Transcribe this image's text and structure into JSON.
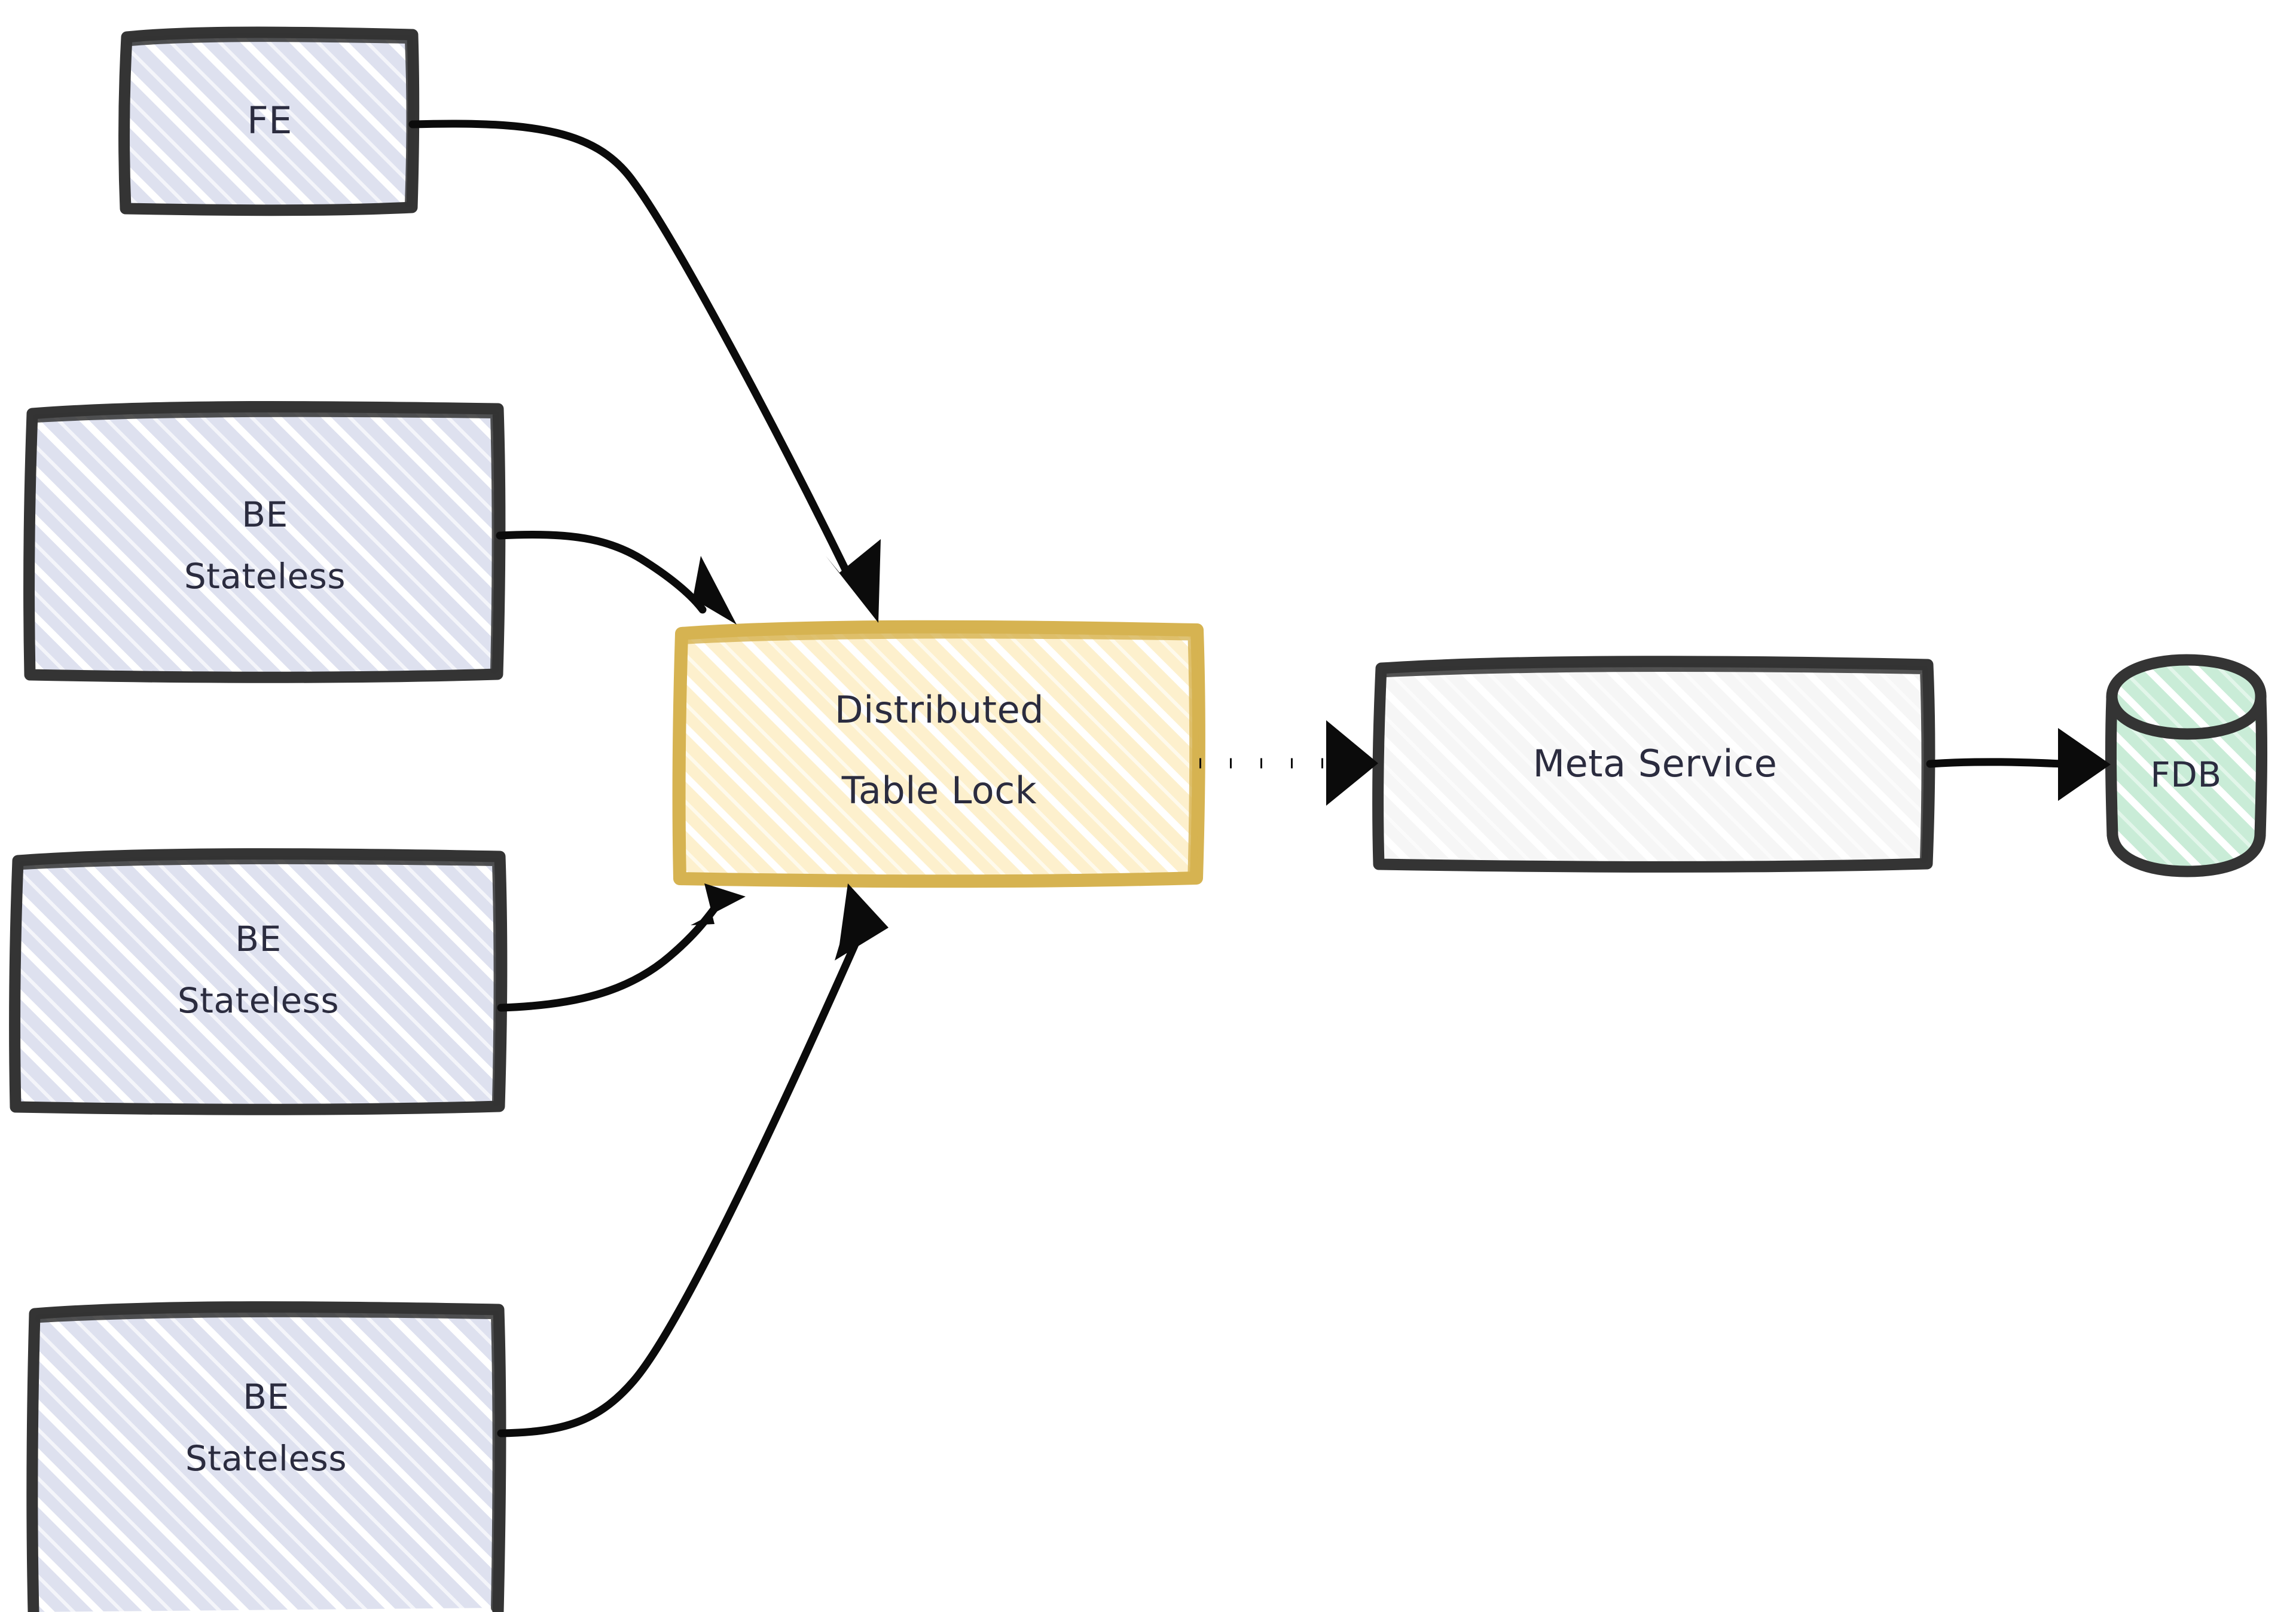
{
  "diagram": {
    "type": "flowchart",
    "style": "hand-drawn-sketch",
    "background_color": "#ffffff",
    "nodes": [
      {
        "id": "fe",
        "label_lines": [
          "FE"
        ],
        "shape": "rectangle",
        "fill_color": "#dee1ef",
        "stroke_color": "#343434",
        "text_color": "#2b2c3f",
        "hatch": true
      },
      {
        "id": "be1",
        "label_lines": [
          "BE",
          "Stateless"
        ],
        "shape": "rectangle",
        "fill_color": "#dee1ef",
        "stroke_color": "#343434",
        "text_color": "#2b2c3f",
        "hatch": true
      },
      {
        "id": "be2",
        "label_lines": [
          "BE",
          "Stateless"
        ],
        "shape": "rectangle",
        "fill_color": "#dee1ef",
        "stroke_color": "#343434",
        "text_color": "#2b2c3f",
        "hatch": true
      },
      {
        "id": "be3",
        "label_lines": [
          "BE",
          "Stateless"
        ],
        "shape": "rectangle",
        "fill_color": "#dee1ef",
        "stroke_color": "#343434",
        "text_color": "#2b2c3f",
        "hatch": true
      },
      {
        "id": "lock",
        "label_lines": [
          "Distributed",
          "Table Lock"
        ],
        "shape": "rectangle",
        "fill_color": "#fdf0cd",
        "stroke_color": "#d6b351",
        "text_color": "#2b2c3f",
        "hatch": true
      },
      {
        "id": "meta",
        "label_lines": [
          "Meta Service"
        ],
        "shape": "rectangle",
        "fill_color": "#f8f8f8",
        "stroke_color": "#343434",
        "text_color": "#2b2c3f",
        "hatch": true
      },
      {
        "id": "fdb",
        "label_lines": [
          "FDB"
        ],
        "shape": "cylinder",
        "fill_color": "#c9ecd7",
        "stroke_color": "#343434",
        "text_color": "#2b2c3f",
        "hatch": true
      }
    ],
    "edges": [
      {
        "id": "fe-lock",
        "from": "fe",
        "to": "lock",
        "line_style": "solid",
        "arrow": "triangle",
        "color": "#0b0b0b"
      },
      {
        "id": "be1-lock",
        "from": "be1",
        "to": "lock",
        "line_style": "solid",
        "arrow": "triangle",
        "color": "#0b0b0b"
      },
      {
        "id": "be2-lock",
        "from": "be2",
        "to": "lock",
        "line_style": "solid",
        "arrow": "triangle",
        "color": "#0b0b0b"
      },
      {
        "id": "be3-lock",
        "from": "be3",
        "to": "lock",
        "line_style": "solid",
        "arrow": "triangle",
        "color": "#0b0b0b"
      },
      {
        "id": "lock-meta",
        "from": "lock",
        "to": "meta",
        "line_style": "dotted",
        "arrow": "triangle",
        "color": "#0b0b0b"
      },
      {
        "id": "meta-fdb",
        "from": "meta",
        "to": "fdb",
        "line_style": "solid",
        "arrow": "triangle",
        "color": "#0b0b0b"
      }
    ]
  },
  "labels": {
    "fe": "FE",
    "be_line1": "BE",
    "be_line2": "Stateless",
    "lock_line1": "Distributed",
    "lock_line2": "Table Lock",
    "meta": "Meta Service",
    "fdb": "FDB"
  }
}
